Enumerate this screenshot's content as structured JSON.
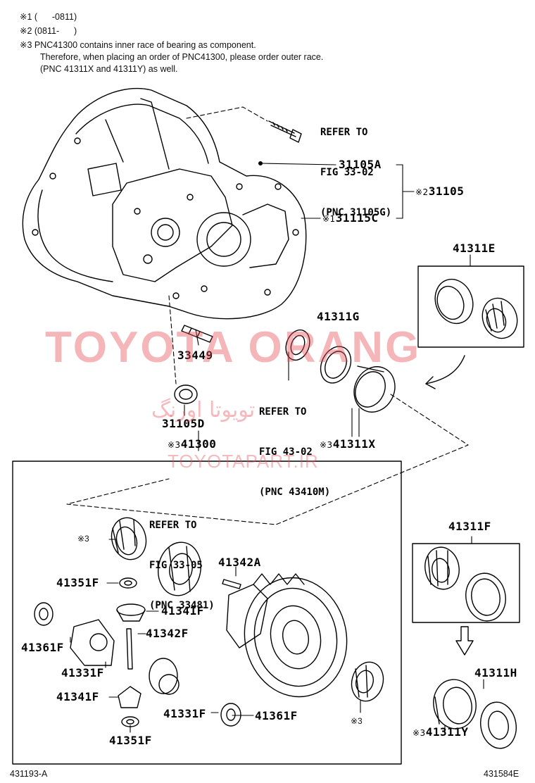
{
  "notes": {
    "n1": "※1 (      -0811)",
    "n2": "※2 (0811-      )",
    "n3a": "※3 PNC41300 contains inner race of bearing as component.",
    "n3b": "Therefore, when placing an order of PNC41300, please order outer race.",
    "n3c": "(PNC 41311X and 41311Y) as well."
  },
  "refs": {
    "r1": [
      "REFER TO",
      "FIG 33-02",
      "(PNC 31105G)"
    ],
    "r2": [
      "REFER TO",
      "FIG 43-02",
      "(PNC 43410M)"
    ],
    "r3": [
      "REFER TO",
      "FIG 33-05",
      "(PNC 33481)"
    ]
  },
  "marks": {
    "m1": "※1",
    "m2": "※2",
    "m3": "※3"
  },
  "parts": {
    "p31105A": "31105A",
    "p31105": "31105",
    "p31115C": "31115C",
    "p41311E": "41311E",
    "p41311G": "41311G",
    "p33449": "33449",
    "p31105D": "31105D",
    "p41300": "41300",
    "p41311X": "41311X",
    "p41342A": "41342A",
    "p41351F_top": "41351F",
    "p41341F_top": "41341F",
    "p41361F_left": "41361F",
    "p41342F": "41342F",
    "p41331F_left": "41331F",
    "p41341F_bottom": "41341F",
    "p41331F_bottom": "41331F",
    "p41361F_bottom": "41361F",
    "p41351F_bottom": "41351F",
    "p41311F": "41311F",
    "p41311H": "41311H",
    "p41311Y": "41311Y"
  },
  "footer": {
    "left": "431193-A",
    "right": "431584E"
  },
  "watermark": {
    "big": "TOYOTA ORANG",
    "persian": "تویوتا اورنگ",
    "url": "TOYOTAPART.IR",
    "color": "#e8505a"
  }
}
